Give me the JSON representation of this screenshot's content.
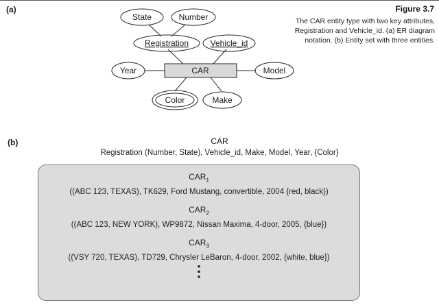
{
  "panel_a_label": "(a)",
  "panel_b_label": "(b)",
  "figure": {
    "title": "Figure 3.7",
    "caption": "The CAR entity type with two key attributes, Registration and Vehicle_id. (a) ER diagram notation. (b) Entity set with three entities."
  },
  "diagram": {
    "entity": "CAR",
    "attributes": {
      "state": "State",
      "number": "Number",
      "registration": "Registration",
      "vehicle_id": "Vehicle_id",
      "year": "Year",
      "model": "Model",
      "color": "Color",
      "make": "Make"
    }
  },
  "entity_set": {
    "title": "CAR",
    "attributes_line": "Registration (Number, State), Vehicle_id, Make, Model, Year, {Color}",
    "entities": [
      {
        "name": "CAR",
        "subscript": "1",
        "values": "((ABC 123, TEXAS), TK629, Ford Mustang, convertible, 2004 {red, black})"
      },
      {
        "name": "CAR",
        "subscript": "2",
        "values": "((ABC 123, NEW YORK), WP9872, Nissan Maxima, 4-door, 2005, {blue})"
      },
      {
        "name": "CAR",
        "subscript": "3",
        "values": "((VSY 720, TEXAS), TD729, Chrysler LeBaron, 4-door, 2002, {white, blue})"
      }
    ],
    "continuation": "⋮"
  }
}
